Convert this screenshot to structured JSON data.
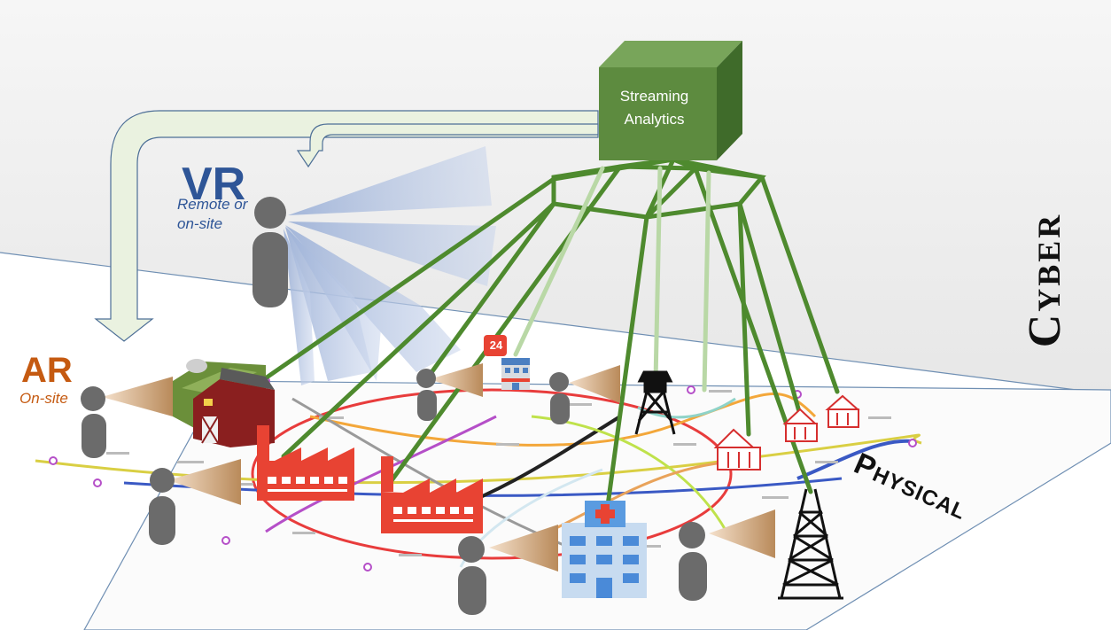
{
  "cube": {
    "line1": "Streaming",
    "line2": "Analytics"
  },
  "vr": {
    "title": "VR",
    "subtitle": "Remote or on-site"
  },
  "ar": {
    "title": "AR",
    "subtitle": "On-site"
  },
  "cyber_label": "Cyber",
  "physical_label": "Physical",
  "store_badge": "24",
  "colors": {
    "cube_green": "#5d8b3f",
    "link_green": "#4e8a2e",
    "link_light": "#b9d8a6",
    "vr_blue": "#2e5597",
    "ar_orange": "#c55a11",
    "person_gray": "#6b6b6b",
    "icon_red": "#e84333"
  },
  "icons": [
    "farm-icon",
    "factory-icon",
    "hospital-icon",
    "store-icon",
    "tower-icon",
    "house-icon"
  ]
}
